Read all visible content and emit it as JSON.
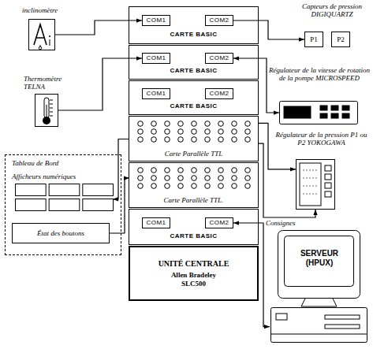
{
  "diagram": {
    "nodes": [
      {
        "text": [
          "CARTE BASIC"
        ]
      },
      {
        "text": [
          "COM1"
        ],
        "in": 0
      },
      {
        "text": [
          "COM2"
        ],
        "in": 0
      },
      {
        "text": [
          "CARTE BASIC"
        ]
      },
      {
        "text": [
          "COM1"
        ],
        "in": 3
      },
      {
        "text": [
          "COM2"
        ],
        "in": 3
      },
      {
        "text": [
          "CARTE BASIC"
        ]
      },
      {
        "text": [
          "COM1"
        ],
        "in": 6
      },
      {
        "text": [
          "COM2"
        ],
        "in": 6
      },
      {
        "text": [
          "Carte Parallèle TTL"
        ]
      },
      {
        "text": [
          "Carte Parallèle TTL."
        ]
      },
      {
        "text": [
          "CARTE BASIC"
        ]
      },
      {
        "text": [
          "COM1"
        ],
        "in": 11
      },
      {
        "text": [
          "COM2"
        ],
        "in": 11
      },
      {
        "text": [
          "UNITÉ CENTRALE",
          "Allen Bradeley SLC500"
        ]
      },
      {
        "text": [
          "inclinomètre"
        ]
      },
      {
        "text": [
          "Thermomètre TELNA"
        ]
      },
      {
        "text": [
          "Tableau de Bord"
        ]
      },
      {
        "text": [
          "Afficheurs numériques"
        ],
        "in": 17
      },
      {
        "text": [
          "État des boutons"
        ],
        "in": 17
      },
      {
        "text": [
          "P1"
        ]
      },
      {
        "text": [
          "P2"
        ]
      },
      {
        "text": [
          "Régulateur de la vitesse de rotation de la pompe MICROSPEED"
        ]
      },
      {
        "text": [
          "Régulateur de la pression P1 ou P2 YOKOGAWA"
        ]
      },
      {
        "text": [
          "SERVEUR (HPUX)"
        ]
      }
    ],
    "edges": [
      {
        "from": 15,
        "to": 1,
        "arrow": "to"
      },
      {
        "from": 2,
        "to": 20,
        "arrow": "to"
      },
      {
        "from": 16,
        "to": 4,
        "arrow": "to"
      },
      {
        "from": 5,
        "to": 22,
        "arrow": "both"
      },
      {
        "from": 9,
        "to": 18,
        "arrow": "to"
      },
      {
        "from": 9,
        "to": 23,
        "arrow": "to"
      },
      {
        "from": 9,
        "to": 23,
        "label": "Consignes",
        "arrow": "to"
      },
      {
        "from": 19,
        "to": 10,
        "arrow": "to"
      },
      {
        "from": 13,
        "to": 24,
        "arrow": "both"
      }
    ],
    "labels": [
      "Capteurs de pression DIGIQUARTZ"
    ]
  }
}
